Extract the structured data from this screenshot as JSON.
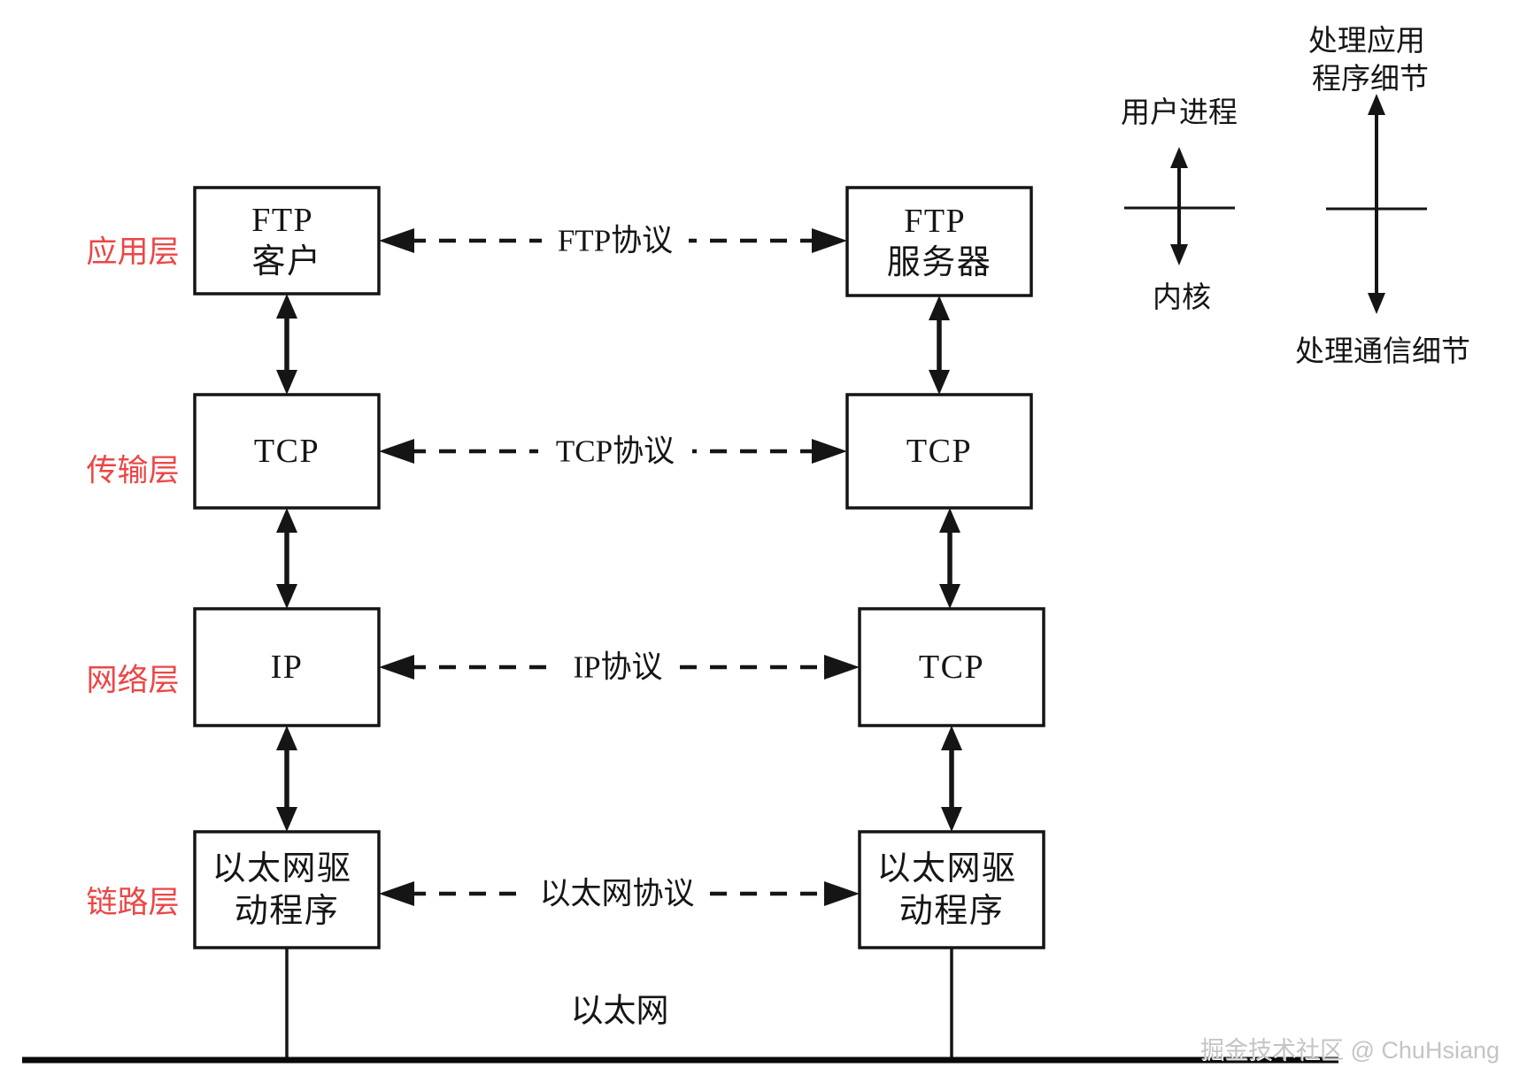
{
  "layers": [
    {
      "label": "应用层"
    },
    {
      "label": "传输层"
    },
    {
      "label": "网络层"
    },
    {
      "label": "链路层"
    }
  ],
  "client_stack": {
    "app_line1": "FTP",
    "app_line2": "客户",
    "transport": "TCP",
    "network": "IP",
    "link_line1": "以太网驱",
    "link_line2": "动程序"
  },
  "server_stack": {
    "app_line1": "FTP",
    "app_line2": "服务器",
    "transport": "TCP",
    "network": "TCP",
    "link_line1": "以太网驱",
    "link_line2": "动程序"
  },
  "protocols": {
    "app": "FTP协议",
    "transport": "TCP协议",
    "network": "IP协议",
    "link": "以太网协议"
  },
  "ethernet": {
    "label": "以太网"
  },
  "user_kernel_legend": {
    "top": "用户进程",
    "bottom": "内核"
  },
  "detail_legend": {
    "top_line1": "处理应用",
    "top_line2": "程序细节",
    "bottom": "处理通信细节"
  },
  "watermark": {
    "text": "掘金技术社区 @ ChuHsiang"
  },
  "colors": {
    "layer_label_red": "#ec4646",
    "diagram_ink": "#151515",
    "watermark_gray": "#c4c4c4"
  }
}
